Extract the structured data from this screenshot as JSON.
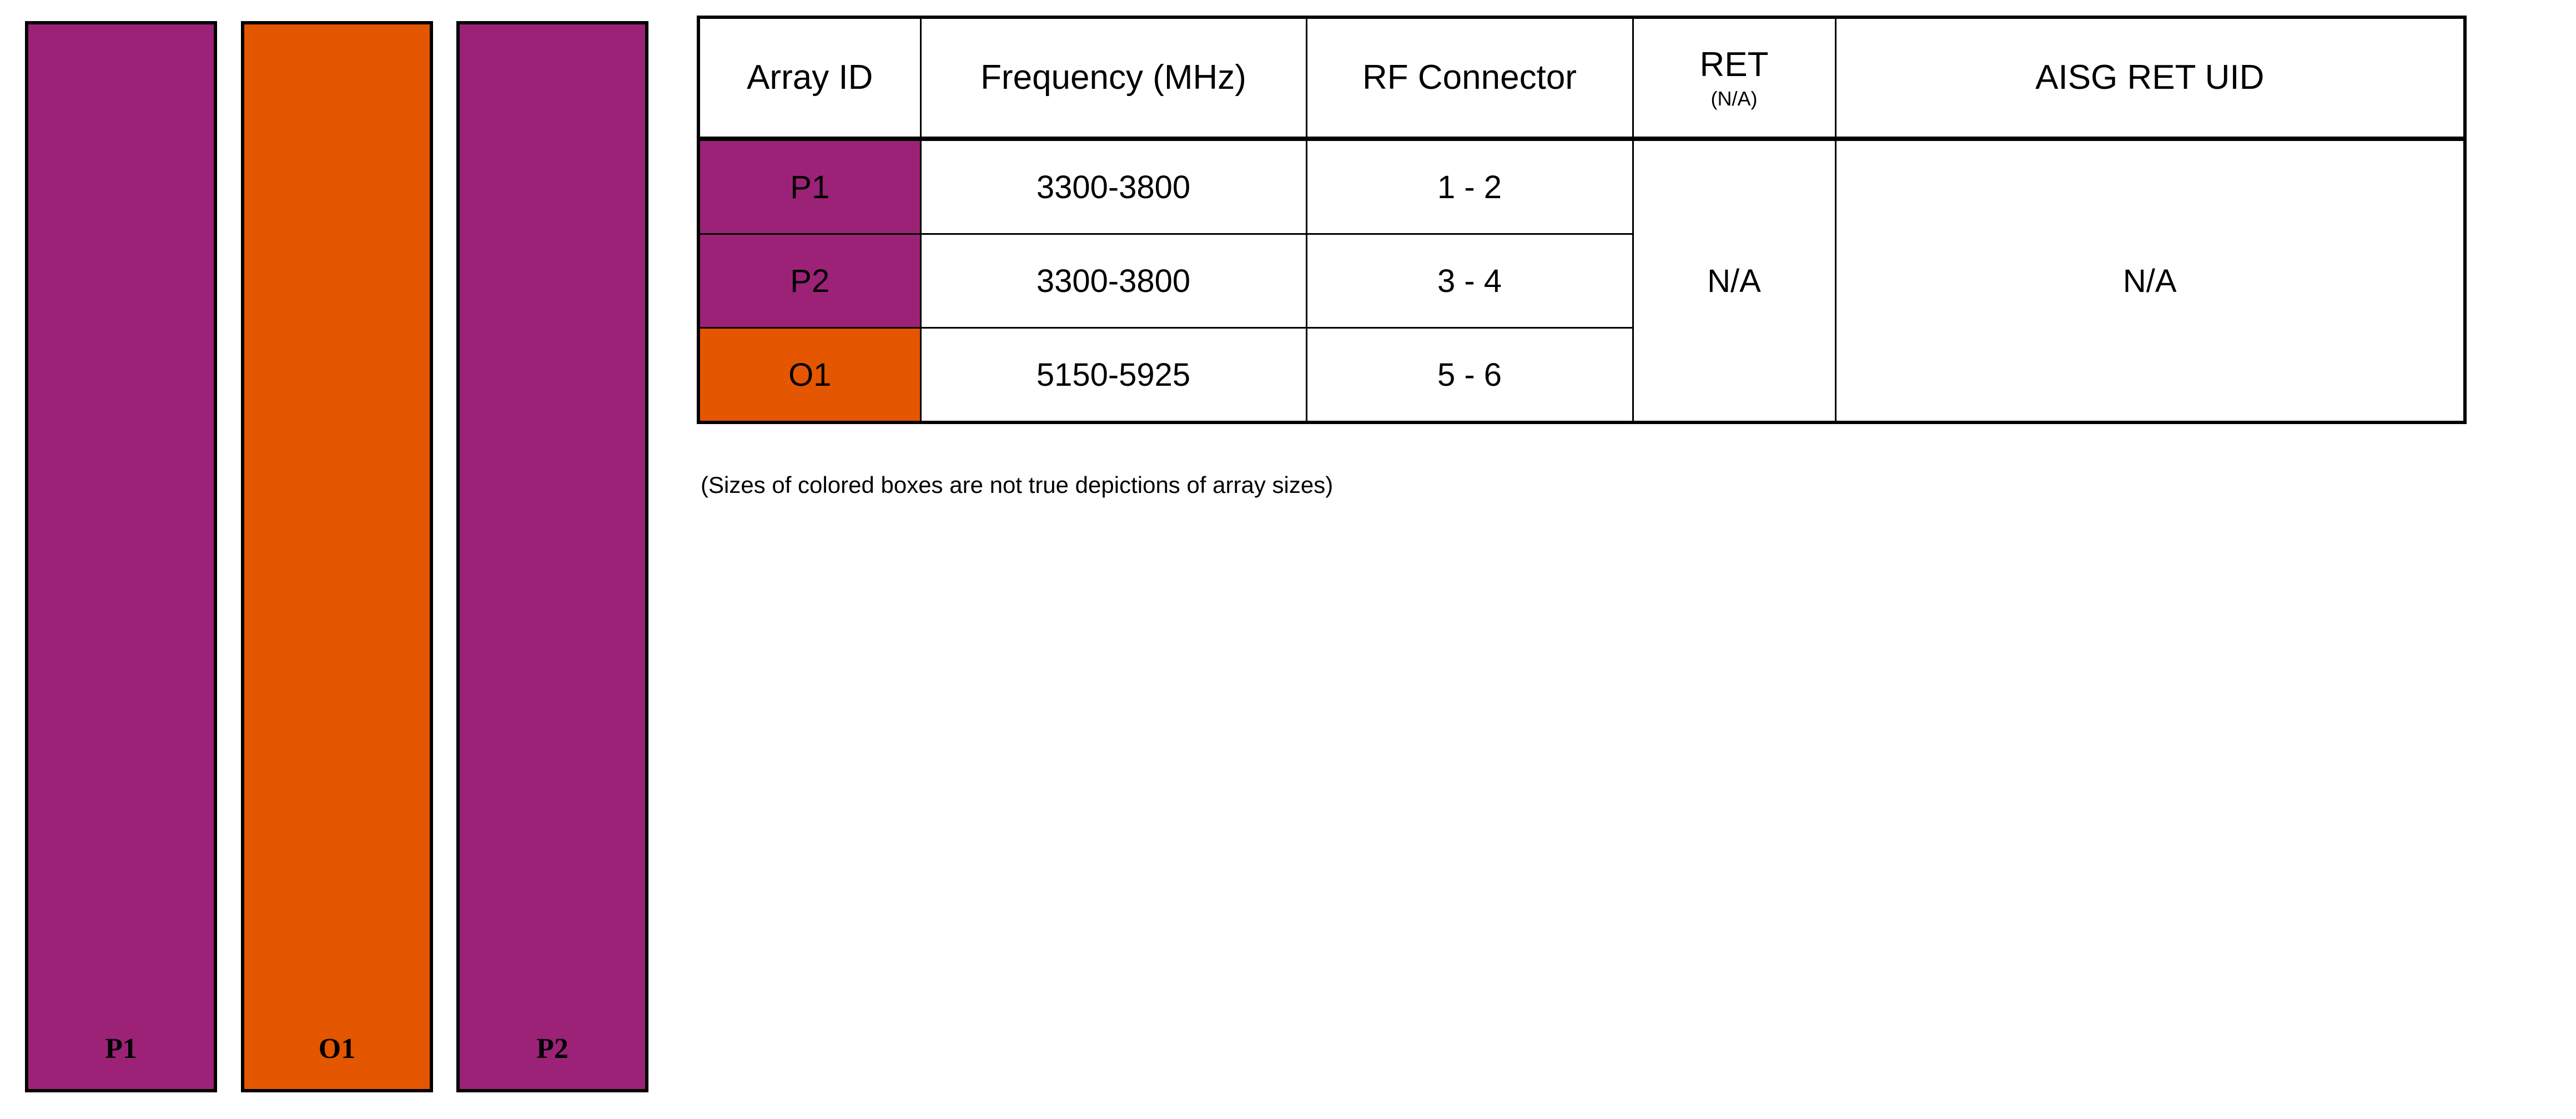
{
  "diagram": {
    "bars": [
      {
        "id": "P1",
        "label": "P1",
        "color": "#9C2277"
      },
      {
        "id": "O1",
        "label": "O1",
        "color": "#E55600"
      },
      {
        "id": "P2",
        "label": "P2",
        "color": "#9C2277"
      }
    ]
  },
  "table": {
    "headers": {
      "array_id": "Array ID",
      "frequency": "Frequency (MHz)",
      "rf_connector": "RF Connector",
      "ret_main": "RET",
      "ret_sub": "(N/A)",
      "aisg_ret_uid": "AISG RET UID"
    },
    "rows": [
      {
        "array_id": "P1",
        "frequency": "3300-3800",
        "rf_connector": "1 - 2",
        "color": "#9C2277"
      },
      {
        "array_id": "P2",
        "frequency": "3300-3800",
        "rf_connector": "3 - 4",
        "color": "#9C2277"
      },
      {
        "array_id": "O1",
        "frequency": "5150-5925",
        "rf_connector": "5 - 6",
        "color": "#E55600"
      }
    ],
    "merged": {
      "ret_value": "N/A",
      "aisg_ret_uid_value": "N/A"
    }
  },
  "footnote": "(Sizes of colored boxes are not true depictions of array sizes)",
  "colors": {
    "magenta": "#9C2277",
    "orange": "#E55600",
    "border": "#000000",
    "background": "#ffffff"
  }
}
